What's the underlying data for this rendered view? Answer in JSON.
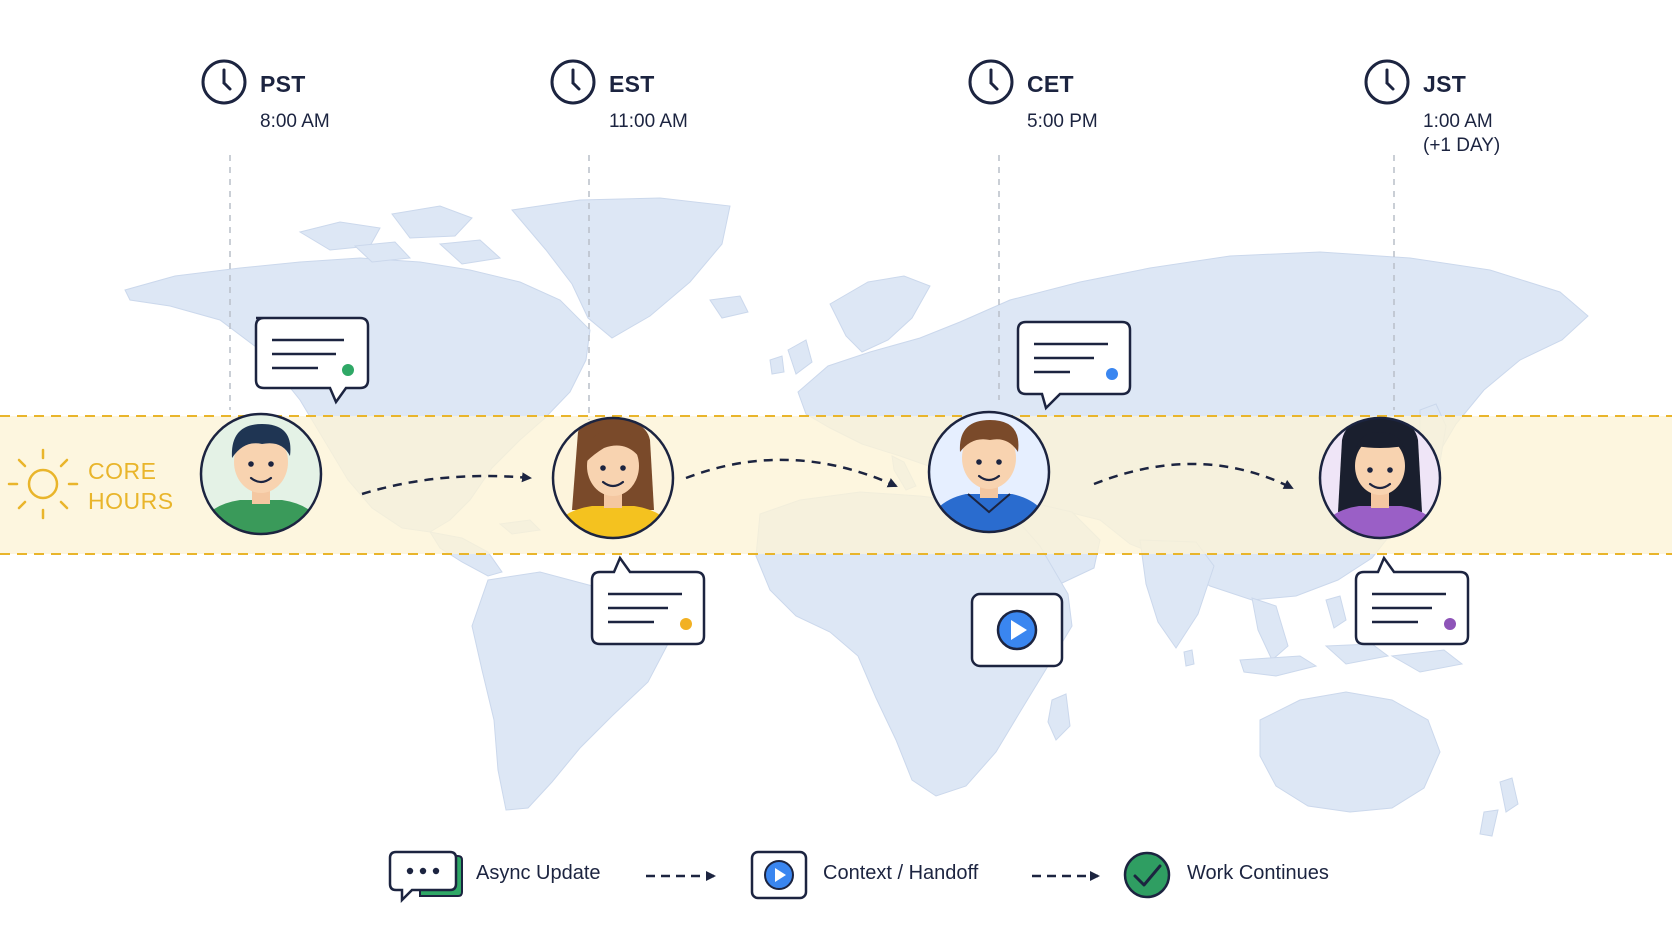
{
  "timezones": [
    {
      "name": "PST",
      "time": "8:00 AM",
      "day": ""
    },
    {
      "name": "EST",
      "time": "11:00 AM",
      "day": ""
    },
    {
      "name": "CET",
      "time": "5:00 PM",
      "day": ""
    },
    {
      "name": "JST",
      "time": "1:00 AM",
      "day": "(+1 DAY)"
    }
  ],
  "core_hours": {
    "line1": "CORE",
    "line2": "HOURS"
  },
  "legend": {
    "async_update": "Async Update",
    "context_handoff": "Context / Handoff",
    "work_continues": "Work Continues"
  },
  "colors": {
    "ink": "#1c2440",
    "map_land": "#dde7f5",
    "core_band": "#fdf3d6",
    "core_accent": "#e9b52b",
    "handoff_blue": "#3a7fe0",
    "continue_green": "#2f9e62",
    "dot_green": "#2fa866",
    "dot_blue": "#3a86f0",
    "dot_orange": "#f2b123",
    "dot_purple": "#8e54b8"
  },
  "avatars": [
    {
      "name": "pst-teammate",
      "shirt": "#3a9a5a",
      "bg": "#e4f2e6"
    },
    {
      "name": "est-teammate",
      "shirt": "#f4c21f",
      "bg": "#fdf4dc"
    },
    {
      "name": "cet-teammate",
      "shirt": "#2a6ccf",
      "bg": "#e6efff"
    },
    {
      "name": "jst-teammate",
      "shirt": "#9a5fc6",
      "bg": "#efe5f7"
    }
  ]
}
